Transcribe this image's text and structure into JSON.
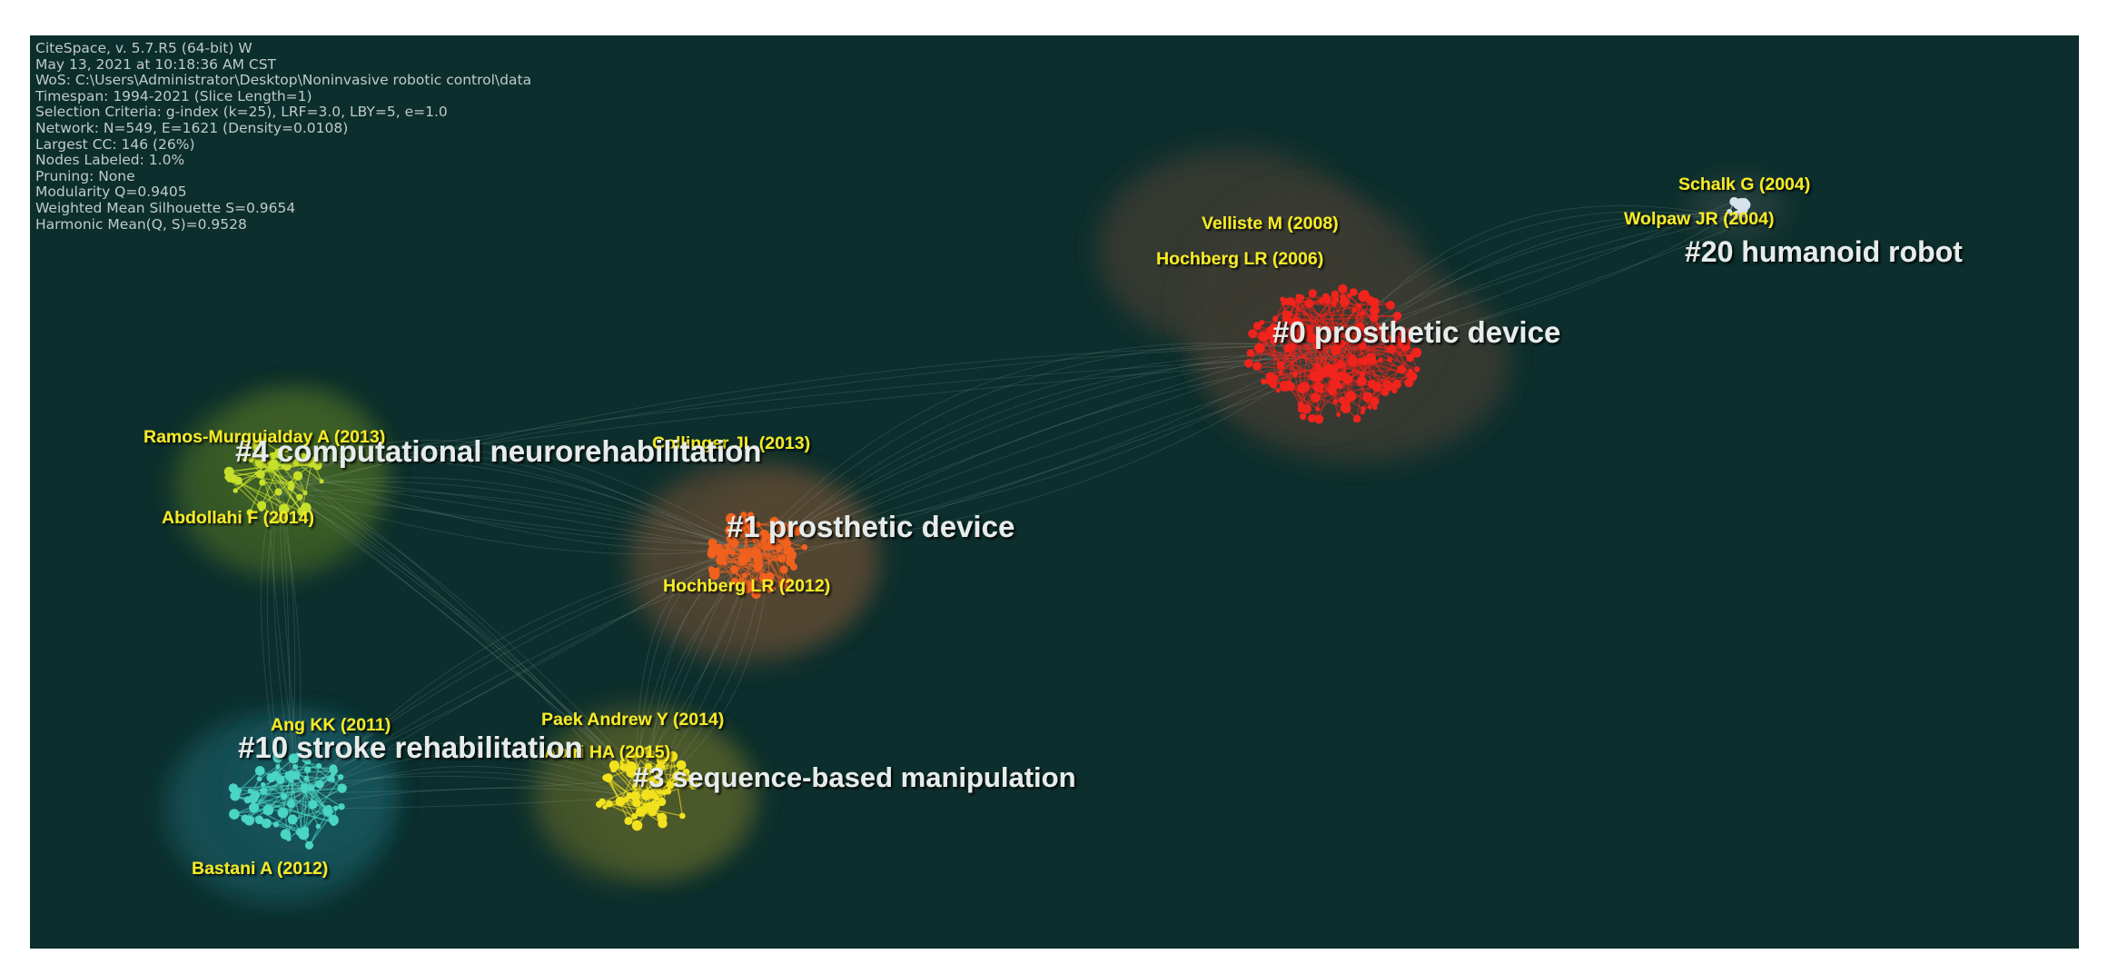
{
  "stats_panel": {
    "lines": [
      "CiteSpace, v. 5.7.R5 (64-bit) W",
      "May 13, 2021 at 10:18:36 AM CST",
      "WoS: C:\\Users\\Administrator\\Desktop\\Noninvasive robotic control\\data",
      "Timespan: 1994-2021 (Slice Length=1)",
      "Selection Criteria: g-index (k=25), LRF=3.0, LBY=5, e=1.0",
      "Network: N=549, E=1621 (Density=0.0108)",
      "Largest CC: 146 (26%)",
      "Nodes Labeled: 1.0%",
      "Pruning: None",
      "Modularity Q=0.9405",
      "Weighted Mean Silhouette S=0.9654",
      "Harmonic Mean(Q, S)=0.9528"
    ]
  },
  "clusters": [
    {
      "id": "c0",
      "label": "#0 prosthetic device",
      "node_color": "#f0241c",
      "halo_color": "#3a3a32"
    },
    {
      "id": "c1",
      "label": "#1 prosthetic device",
      "node_color": "#f2601e",
      "halo_color": "#544633"
    },
    {
      "id": "c3",
      "label": "#3 sequence-based manipulation",
      "node_color": "#f2e21e",
      "halo_color": "#4d5a2c"
    },
    {
      "id": "c4",
      "label": "#4 computational neurorehabilitation",
      "node_color": "#c6e02a",
      "halo_color": "#3e5e25"
    },
    {
      "id": "c10",
      "label": "#10 stroke rehabilitation",
      "node_color": "#4ad4c4",
      "halo_color": "#17525a"
    },
    {
      "id": "c20",
      "label": "#20 humanoid robot",
      "node_color": "#d8e2ec",
      "halo_color": "#26403e"
    }
  ],
  "author_labels": [
    {
      "id": "velliste",
      "text": "Velliste M (2008)"
    },
    {
      "id": "hochberg06",
      "text": "Hochberg LR (2006)"
    },
    {
      "id": "schalk",
      "text": "Schalk G (2004)"
    },
    {
      "id": "wolpaw",
      "text": "Wolpaw JR (2004)"
    },
    {
      "id": "ramos",
      "text": "Ramos-Murguialday A (2013)"
    },
    {
      "id": "collinger",
      "text": "Collinger JL (2013)"
    },
    {
      "id": "abdollahi",
      "text": "Abdollahi F (2014)"
    },
    {
      "id": "hochberg12",
      "text": "Hochberg LR (2012)"
    },
    {
      "id": "paek",
      "text": "Paek Andrew Y (2014)"
    },
    {
      "id": "abiri",
      "text": "Abiri HA (2015)"
    },
    {
      "id": "ang",
      "text": "Ang KK (2011)"
    },
    {
      "id": "bastani",
      "text": "Bastani A (2012)"
    }
  ],
  "colors": {
    "background": "#0c2e2c",
    "cluster_label": "#e6ecea",
    "author_label": "#f5ea28",
    "link": "#9fb6b3"
  }
}
